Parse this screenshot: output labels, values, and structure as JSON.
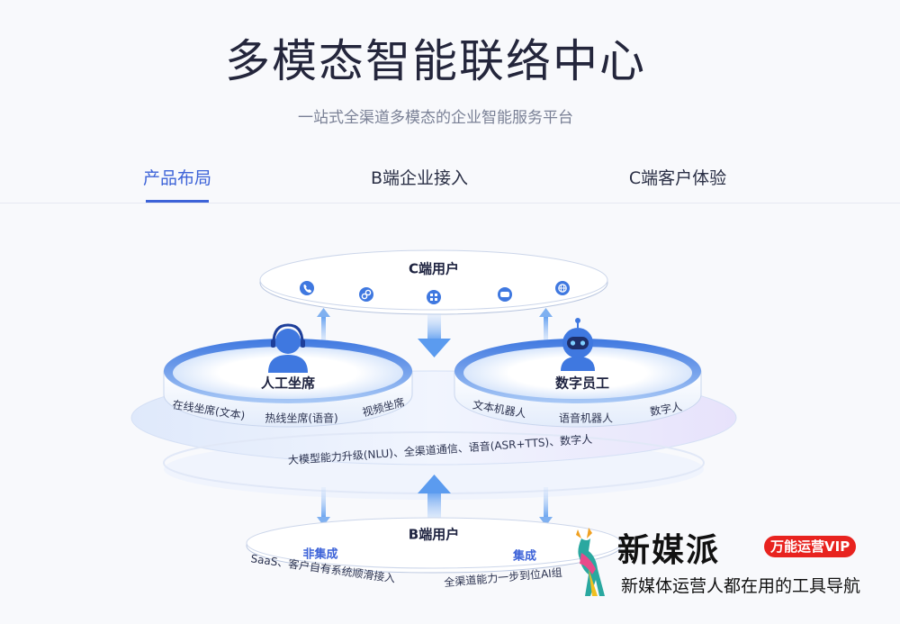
{
  "header": {
    "title": "多模态智能联络中心",
    "subtitle": "一站式全渠道多模态的企业智能服务平台"
  },
  "tabs": [
    {
      "label": "产品布局",
      "active": true
    },
    {
      "label": "B端企业接入",
      "active": false
    },
    {
      "label": "C端客户体验",
      "active": false
    }
  ],
  "diagram": {
    "c_users": {
      "title": "C端用户",
      "icons": [
        "phone-icon",
        "link-icon",
        "apps-icon",
        "chat-icon",
        "globe-icon"
      ]
    },
    "human_agents": {
      "title": "人工坐席",
      "items": [
        "在线坐席(文本)",
        "热线坐席(语音)",
        "视频坐席"
      ]
    },
    "digital_staff": {
      "title": "数字员工",
      "items": [
        "文本机器人",
        "语音机器人",
        "数字人"
      ]
    },
    "platform_caption": "大模型能力升级(NLU)、全渠道通信、语音(ASR+TTS)、数字人",
    "b_users": {
      "title": "B端用户",
      "left_label": "非集成",
      "left_desc": "SaaS、客户自有系统顺滑接入",
      "right_label": "集成",
      "right_desc": "全渠道能力一步到位AI组"
    },
    "colors": {
      "accent": "#3d63d8",
      "arrow": "#6aa6ee",
      "disk_top": "#ffffff",
      "disk_rim": "#5a8fe6"
    }
  },
  "watermark": {
    "title": "新媒派",
    "badge": "万能运营VIP",
    "slogan": "新媒体运营人都在用的工具导航"
  }
}
